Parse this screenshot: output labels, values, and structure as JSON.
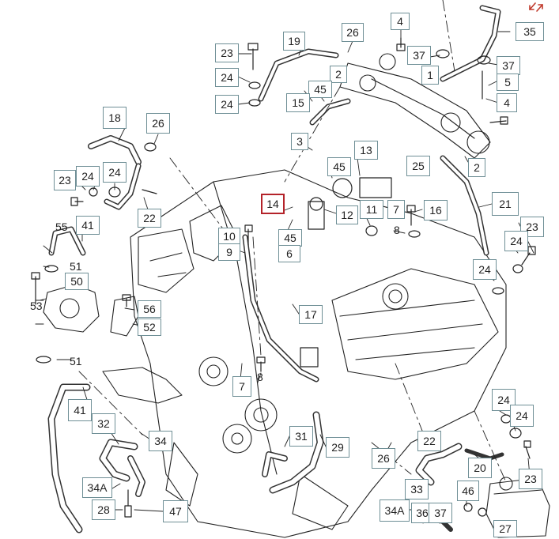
{
  "callouts": [
    {
      "label": "4"
    },
    {
      "label": "35"
    },
    {
      "label": "26"
    },
    {
      "label": "19"
    },
    {
      "label": "23"
    },
    {
      "label": "37"
    },
    {
      "label": "37"
    },
    {
      "label": "24"
    },
    {
      "label": "2"
    },
    {
      "label": "1"
    },
    {
      "label": "45"
    },
    {
      "label": "5"
    },
    {
      "label": "24"
    },
    {
      "label": "15"
    },
    {
      "label": "4"
    },
    {
      "label": "18"
    },
    {
      "label": "26"
    },
    {
      "label": "3"
    },
    {
      "label": "13"
    },
    {
      "label": "45"
    },
    {
      "label": "25"
    },
    {
      "label": "2"
    },
    {
      "label": "23"
    },
    {
      "label": "24"
    },
    {
      "label": "24"
    },
    {
      "label": "22"
    },
    {
      "label": "14"
    },
    {
      "label": "12"
    },
    {
      "label": "11"
    },
    {
      "label": "7"
    },
    {
      "label": "16"
    },
    {
      "label": "21"
    },
    {
      "label": "41"
    },
    {
      "label": "10"
    },
    {
      "label": "9"
    },
    {
      "label": "45"
    },
    {
      "label": "6"
    },
    {
      "label": "23"
    },
    {
      "label": "24"
    },
    {
      "label": "24"
    },
    {
      "label": "50"
    },
    {
      "label": "17"
    },
    {
      "label": "56"
    },
    {
      "label": "52"
    },
    {
      "label": "7"
    },
    {
      "label": "41"
    },
    {
      "label": "32"
    },
    {
      "label": "34"
    },
    {
      "label": "31"
    },
    {
      "label": "29"
    },
    {
      "label": "26"
    },
    {
      "label": "22"
    },
    {
      "label": "24"
    },
    {
      "label": "24"
    },
    {
      "label": "20"
    },
    {
      "label": "23"
    },
    {
      "label": "34A"
    },
    {
      "label": "28"
    },
    {
      "label": "47"
    },
    {
      "label": "33"
    },
    {
      "label": "34A"
    },
    {
      "label": "36"
    },
    {
      "label": "37"
    },
    {
      "label": "46"
    },
    {
      "label": "27"
    }
  ],
  "free_labels": [
    {
      "label": "55"
    },
    {
      "label": "51"
    },
    {
      "label": "53"
    },
    {
      "label": "51"
    },
    {
      "label": "8"
    },
    {
      "label": "8"
    }
  ],
  "corner_icon": "expand-arrows-icon",
  "colors": {
    "callout_border": "#6f8f96",
    "highlight_border": "#b4232a",
    "line": "#222222"
  }
}
